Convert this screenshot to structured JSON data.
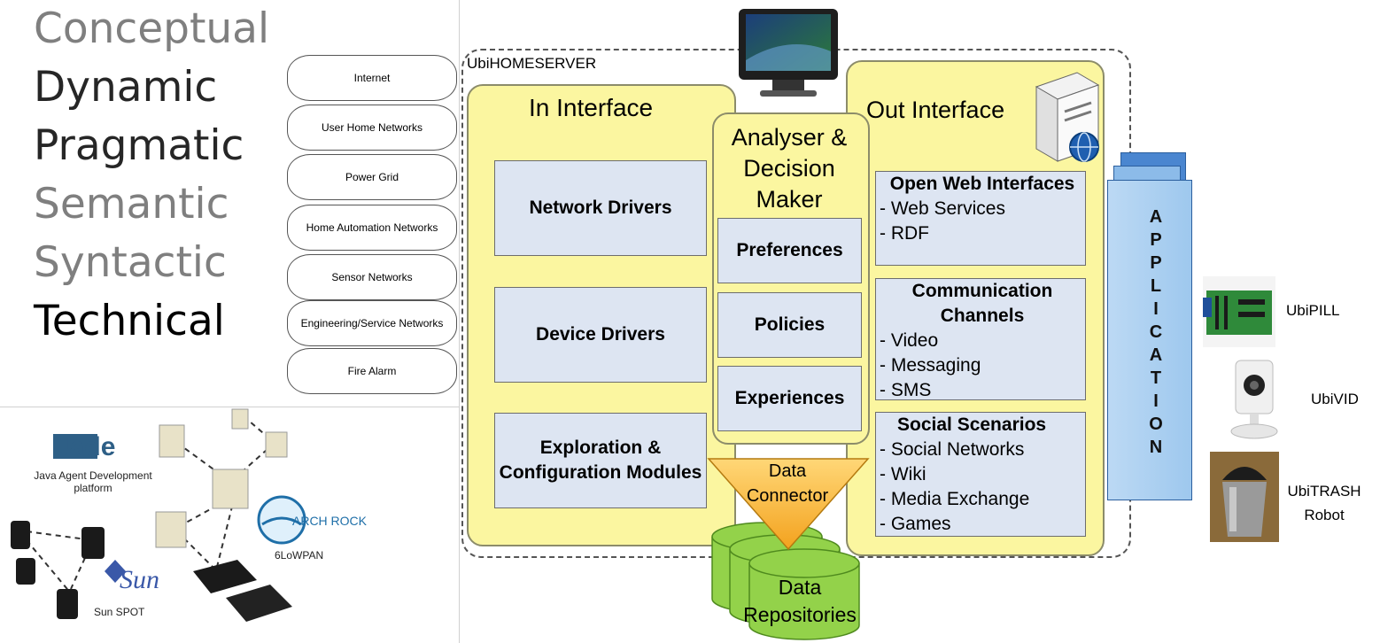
{
  "levels": [
    {
      "label": "Conceptual",
      "color": "#7f7f7f"
    },
    {
      "label": "Dynamic",
      "color": "#262626"
    },
    {
      "label": "Pragmatic",
      "color": "#262626"
    },
    {
      "label": "Semantic",
      "color": "#7f7f7f"
    },
    {
      "label": "Syntactic",
      "color": "#7f7f7f"
    },
    {
      "label": "Technical",
      "color": "#000000"
    }
  ],
  "networks": [
    "Internet",
    "User Home Networks",
    "Power Grid",
    "Home Automation Networks",
    "Sensor Networks",
    "Engineering/Service Networks",
    "Fire Alarm"
  ],
  "server": {
    "title": "UbiHOMESERVER",
    "in_interface": {
      "title": "In Interface",
      "items": [
        "Network Drivers",
        "Device Drivers",
        "Exploration & Configuration Modules"
      ]
    },
    "analyser": {
      "title": "Analyser & Decision Maker",
      "items": [
        "Preferences",
        "Policies",
        "Experiences"
      ]
    },
    "out_interface": {
      "title": "Out Interface",
      "groups": [
        {
          "heading": "Open Web Interfaces",
          "items": [
            "- Web Services",
            "- RDF"
          ]
        },
        {
          "heading": "Communication Channels",
          "items": [
            "- Video",
            "- Messaging",
            "- SMS"
          ]
        },
        {
          "heading": "Social Scenarios",
          "items": [
            "- Social Networks",
            "- Wiki",
            "- Media Exchange",
            "- Games"
          ]
        }
      ]
    },
    "connector": "Data Connector",
    "repositories": "Data Repositories"
  },
  "application": [
    "A",
    "P",
    "P",
    "L",
    "I",
    "C",
    "A",
    "T",
    "I",
    "O",
    "N"
  ],
  "devices": [
    {
      "label": "UbiPILL"
    },
    {
      "label": "UbiVID"
    },
    {
      "label": "UbiTRASH Robot"
    }
  ],
  "platform": {
    "jade": "Java Agent Development platform",
    "sun_spot": "Sun SPOT",
    "arch_rock": "ARCH ROCK",
    "sixlowpan": "6LoWPAN",
    "sun_logo": "Sun",
    "jade_logo": "Jade"
  },
  "colors": {
    "panel": "#fbf6a0",
    "box": "#dde5f2",
    "app": "#9ec8ee",
    "data": "#93d24a",
    "connector": "#f5a623"
  }
}
